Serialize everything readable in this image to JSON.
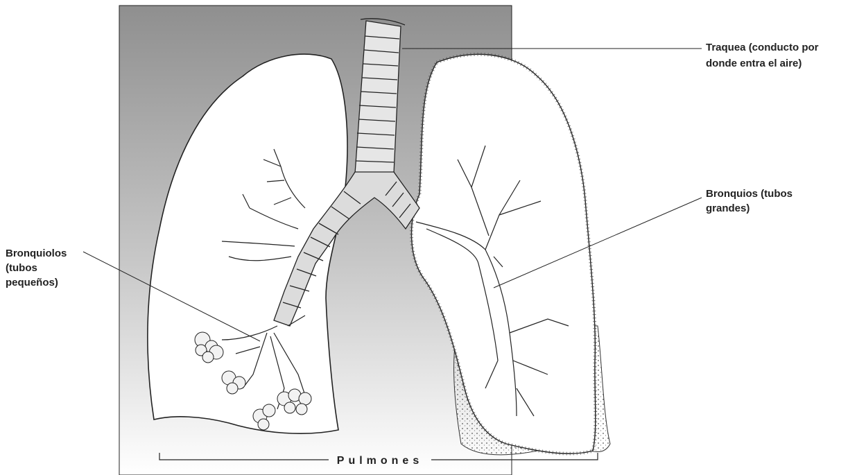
{
  "labels": {
    "trachea_line1": "Traquea (conducto por",
    "trachea_line2": "donde entra el aire)",
    "bronchi_line1": "Bronquios (tubos",
    "bronchi_line2": "grandes)",
    "bronchioles_line1": "Bronquiolos",
    "bronchioles_line2": "(tubos",
    "bronchioles_line3": "pequeños)",
    "lungs": "Pulmones"
  },
  "colors": {
    "panel_top": "#8f8f8f",
    "panel_bottom": "#ffffff",
    "lung_fill": "#ffffff",
    "ink": "#222222"
  }
}
